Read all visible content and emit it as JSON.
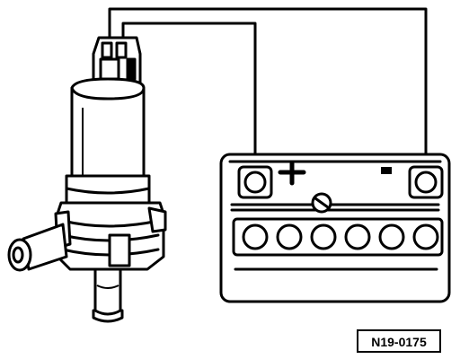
{
  "figure": {
    "reference_code": "N19-0175",
    "battery": {
      "positive_symbol": "+",
      "negative_symbol": "-",
      "cell_caps": 6
    }
  },
  "colors": {
    "ink": "#000000",
    "paper": "#ffffff"
  },
  "icons": [
    "washer-pump",
    "battery",
    "wire"
  ]
}
